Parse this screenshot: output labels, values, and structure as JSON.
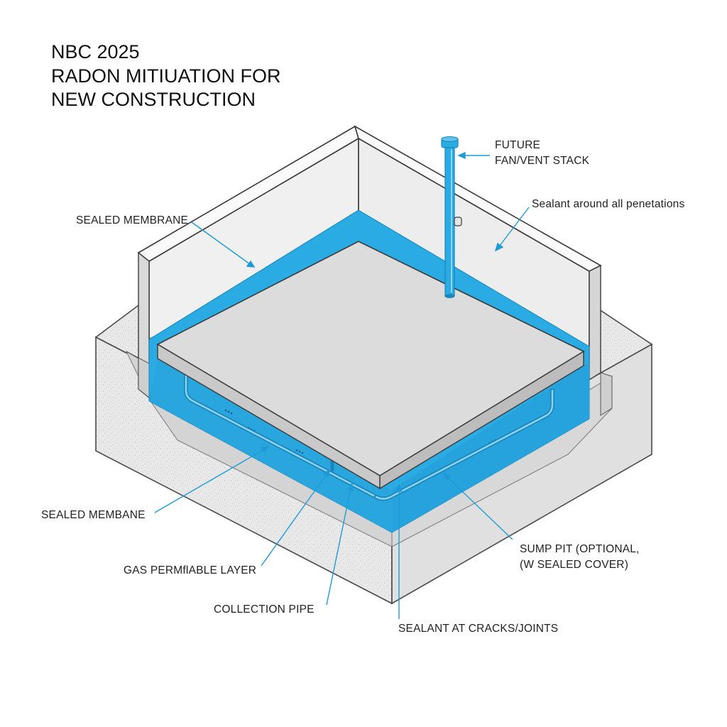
{
  "title": {
    "line1": "NBC 2025",
    "line2": "RADON MITIUATION FOR",
    "line3": "NEW CONSTRUCTION"
  },
  "labels": {
    "future_line1": "FUTURE",
    "future_line2": "FAN/VENT STACK",
    "sealant_penetrations": "Sealant around all penetations",
    "sealed_membrane_top": "SEALED MEMBRANE",
    "sealed_membrane_bottom": "SEALED MEMBANE",
    "gas_permeable": "GAS PERMflABLE LAYER",
    "collection_pipe": "COLLECTION PIPE",
    "sealant_cracks": "SEALANT AT CRACKS/JOINTS",
    "sump_line1": "SUMP PIT (OPTIONAL,",
    "sump_line2": "(W SEALED COVER)"
  },
  "colors": {
    "membrane_blue": "#2aabe4",
    "leader_blue": "#1e9bd7",
    "slab_gray": "#dcdcdc",
    "wall_white": "#f4f4f4",
    "soil_gray": "#e6e6e6",
    "outline": "#3a3a3a"
  }
}
